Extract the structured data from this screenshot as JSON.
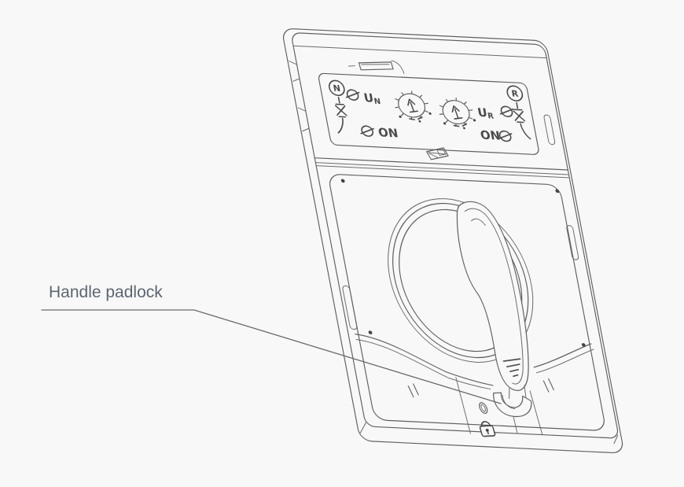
{
  "annotation": {
    "label": "Handle padlock"
  },
  "panel": {
    "source_left": {
      "letter": "N"
    },
    "source_right": {
      "letter": "R"
    },
    "dial_left_label": {
      "base": "U",
      "sub": "N"
    },
    "dial_right_label": {
      "base": "U",
      "sub": "R"
    },
    "on_left": "ON",
    "on_right": "ON"
  },
  "colors": {
    "background": "#f8f8f8",
    "line": "#5f5f5f",
    "symbol": "#4a4a4a",
    "annotation_text": "#5d6572"
  }
}
